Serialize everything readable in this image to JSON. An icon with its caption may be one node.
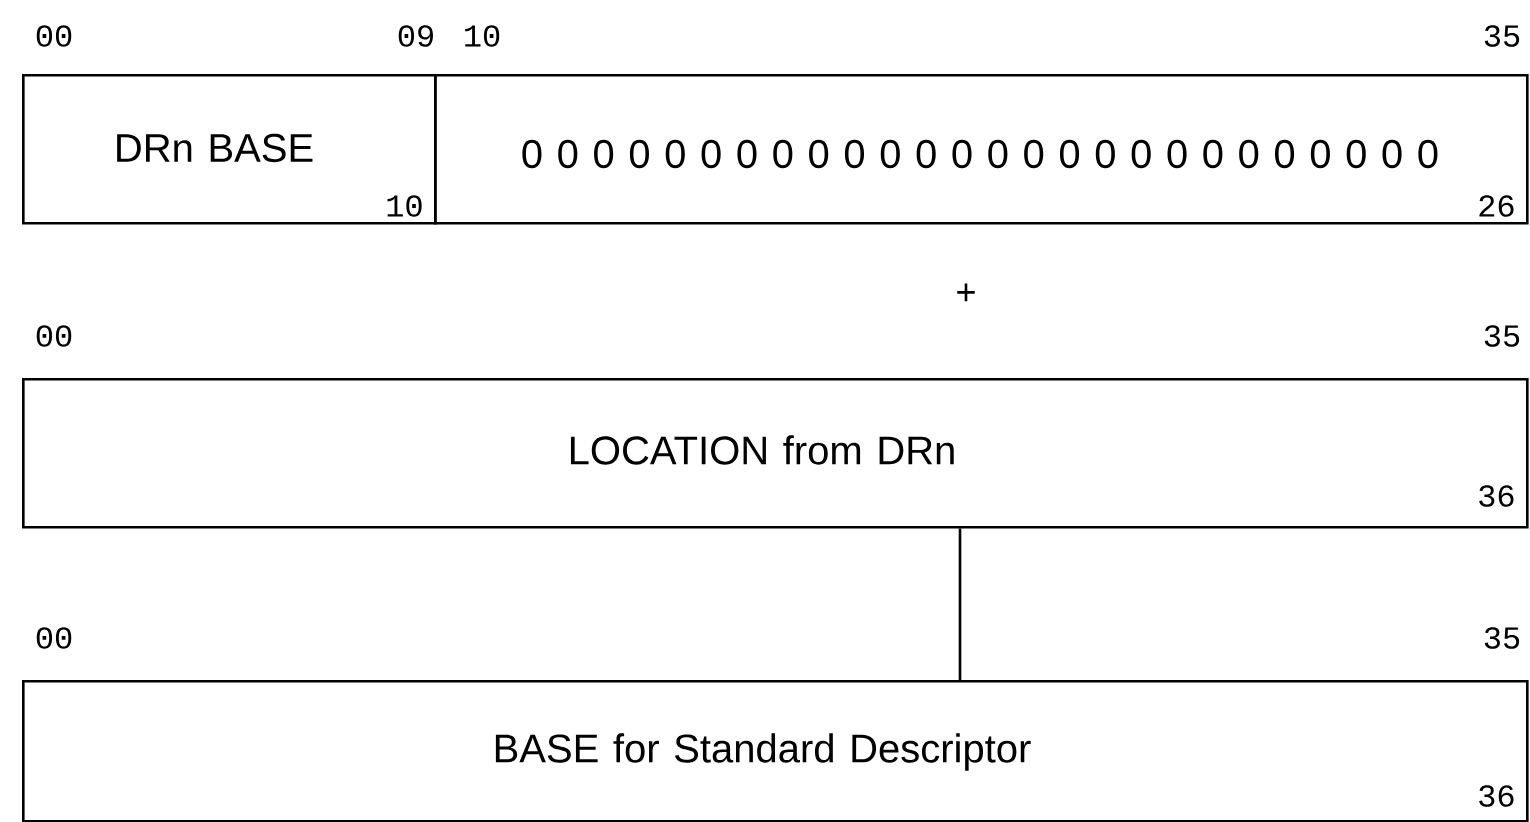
{
  "diagram": {
    "nodes": [
      {
        "text": [
          "DRn BASE",
          "10"
        ]
      },
      {
        "text": [
          "0 0 0 0 0 0 0 0 0 0 0 0 0 0 0 0 0 0 0 0 0 0 0 0 0 0",
          "26"
        ]
      },
      {
        "text": [
          "LOCATION from DRn",
          "36"
        ]
      },
      {
        "text": [
          "BASE for Standard Descriptor",
          "36"
        ]
      }
    ],
    "edges": [
      {
        "from": 2,
        "to": 3,
        "arrow": "none"
      }
    ],
    "labels": [
      "00",
      "09",
      "10",
      "35",
      "+",
      "00",
      "35",
      "00",
      "35"
    ]
  }
}
